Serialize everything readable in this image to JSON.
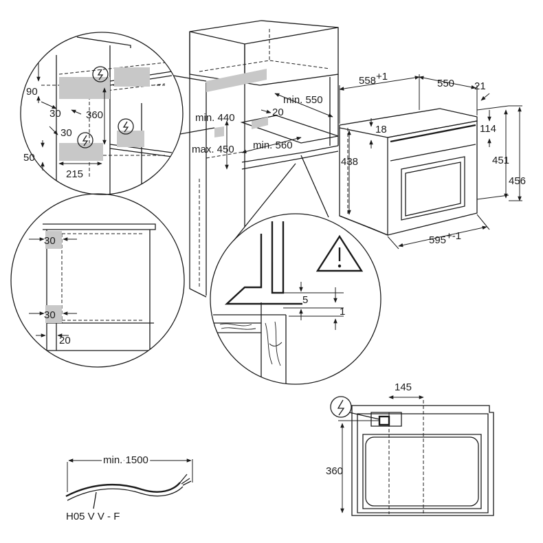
{
  "labels": {
    "d_90": "90",
    "d_30_a": "30",
    "d_360_a": "360",
    "d_30_b": "30",
    "d_50": "50",
    "d_215": "215",
    "d_min440": "min. 440",
    "d_max450": "max. 450",
    "d_min550": "min. 550",
    "d_20_a": "20",
    "d_min560": "min. 560",
    "d_558": "558",
    "d_558_sup": "+1",
    "d_550": "550",
    "d_21": "21",
    "d_18": "18",
    "d_114": "114",
    "d_438": "438",
    "d_451": "451",
    "d_456": "456",
    "d_595": "595",
    "d_595_sup": "+-1",
    "d_30_c": "30",
    "d_30_d": "30",
    "d_20_b": "20",
    "d_5": "5",
    "d_1": "1",
    "d_145": "145",
    "d_360_b": "360",
    "d_min1500": "min. 1500",
    "cable": "H05 V V - F"
  },
  "icons": {
    "electric": "electric-shock-icon",
    "warning": "warning-triangle-icon"
  }
}
